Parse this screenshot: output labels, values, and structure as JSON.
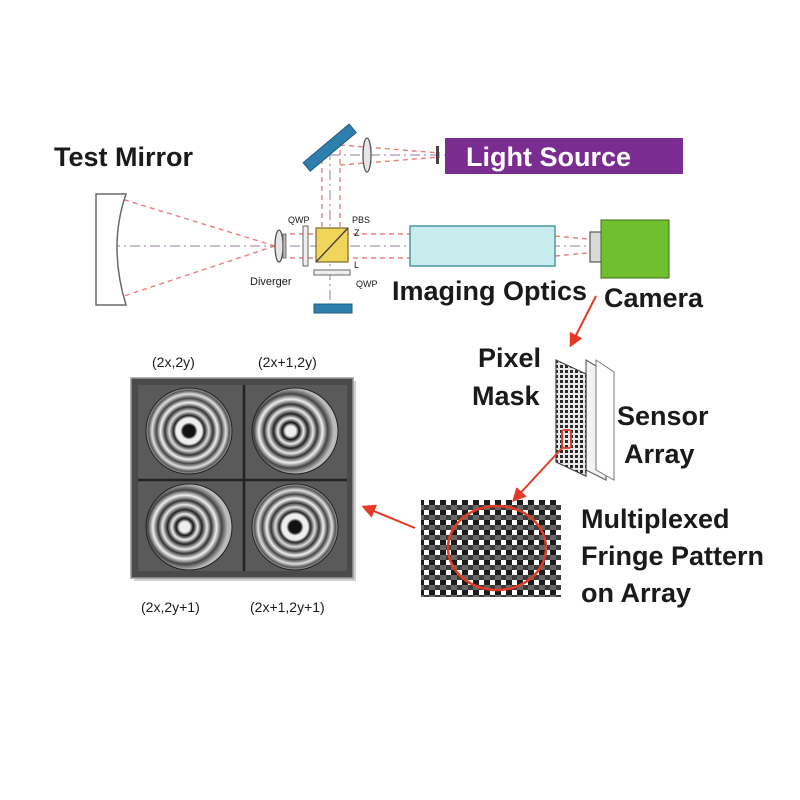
{
  "labels": {
    "test_mirror": "Test Mirror",
    "light_source": "Light Source",
    "qwp_top": "QWP",
    "pbs": "PBS",
    "z": "Z",
    "l": "L",
    "qwp_bottom": "QWP",
    "diverger": "Diverger",
    "imaging_optics": "Imaging Optics",
    "camera": "Camera",
    "pixel": "Pixel",
    "mask": "Mask",
    "sensor": "Sensor",
    "array": "Array",
    "multiplexed": "Multiplexed",
    "fringe_pattern": "Fringe Pattern",
    "on_array": "on Array"
  },
  "quadrants": {
    "top_left": "(2x,2y)",
    "top_right": "(2x+1,2y)",
    "bottom_left": "(2x,2y+1)",
    "bottom_right": "(2x+1,2y+1)"
  },
  "colors": {
    "light_source": "#7b2c91",
    "beam": "#e8807a",
    "axis": "#b8a6c4",
    "optics_fill": "#c8ecee",
    "camera": "#6fbf2e",
    "pbs": "#f1d45a",
    "mirror": "#2f7fae",
    "arrow": "#e43a26"
  }
}
